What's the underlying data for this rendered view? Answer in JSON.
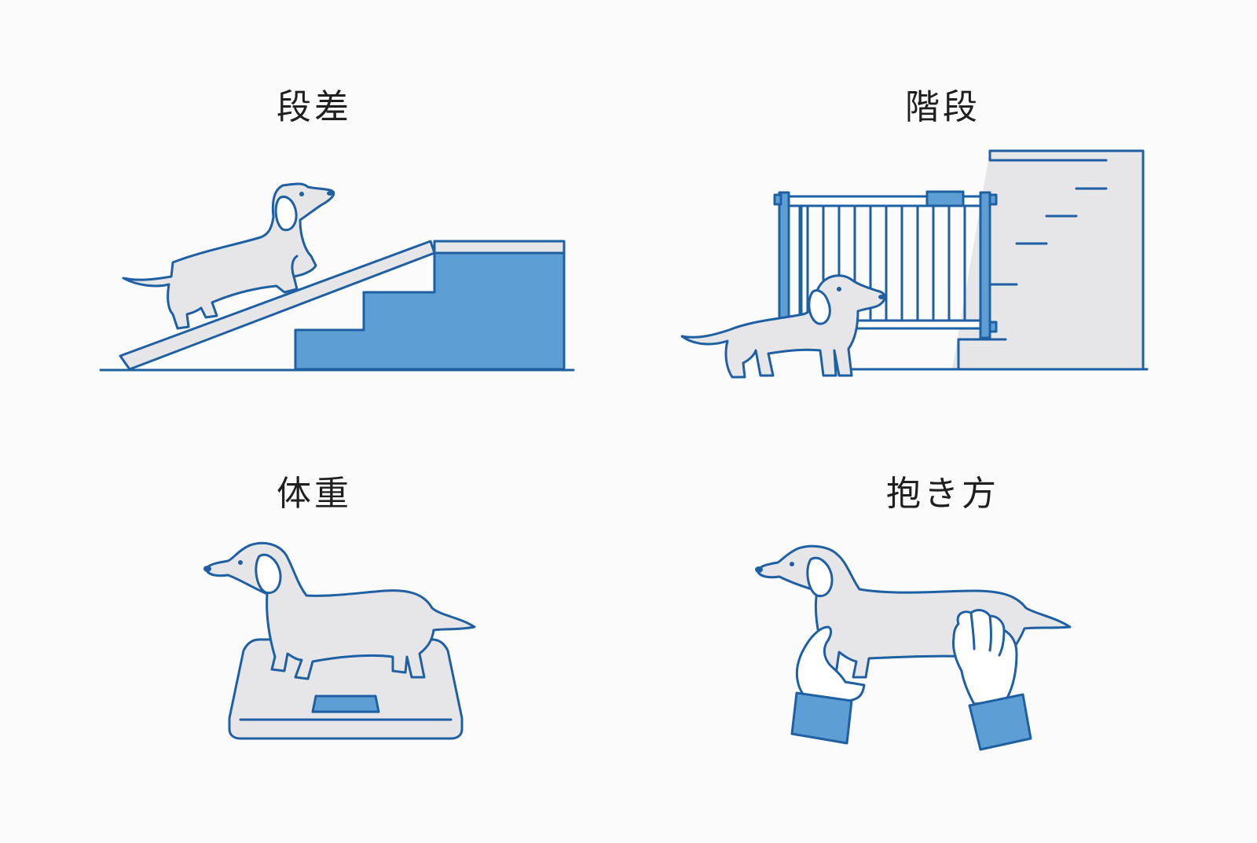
{
  "panels": {
    "step": {
      "title": "段差"
    },
    "stairs": {
      "title": "階段"
    },
    "weight": {
      "title": "体重"
    },
    "hold": {
      "title": "抱き方"
    }
  },
  "colors": {
    "line": "#1f5fa3",
    "accent_blue": "#5d9fd4",
    "fill_gray": "#e6e6e8",
    "background": "#fbfbfb"
  }
}
